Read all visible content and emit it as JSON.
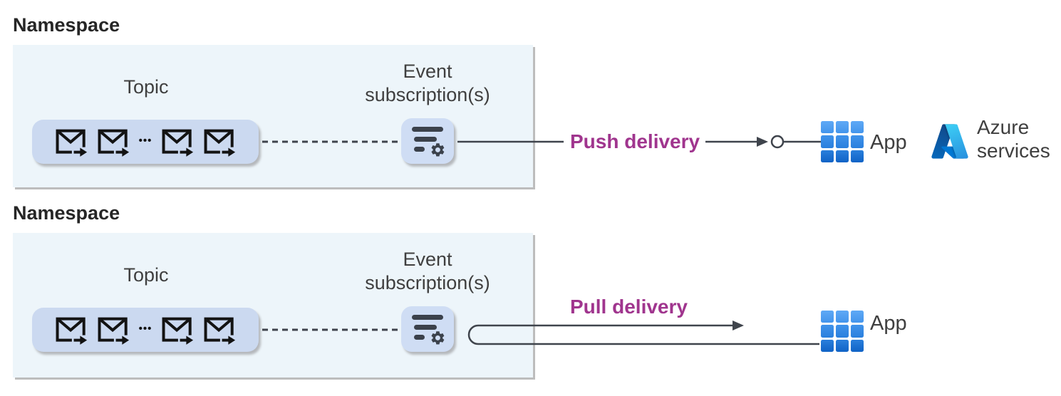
{
  "colors": {
    "accent_magenta": "#a0358e",
    "namespace_fill": "#edf5fa",
    "topic_pill_fill": "#cbd9f0",
    "subscription_icon_fill": "#cfddf4",
    "connector_line": "#3f444c",
    "app_blue_top": "#5fa9f6",
    "app_blue_bottom": "#1063c6",
    "heading_text": "#262626",
    "label_text": "#3f3f3f"
  },
  "push": {
    "namespace_label": "Namespace",
    "topic_label": "Topic",
    "topic_ellipsis": "•••",
    "event_subscription_line1": "Event",
    "event_subscription_line2": "subscription(s)",
    "delivery_label": "Push delivery",
    "app_label": "App",
    "azure_services_line1": "Azure",
    "azure_services_line2": "services"
  },
  "pull": {
    "namespace_label": "Namespace",
    "topic_label": "Topic",
    "topic_ellipsis": "•••",
    "event_subscription_line1": "Event",
    "event_subscription_line2": "subscription(s)",
    "delivery_label": "Pull delivery",
    "app_label": "App"
  }
}
